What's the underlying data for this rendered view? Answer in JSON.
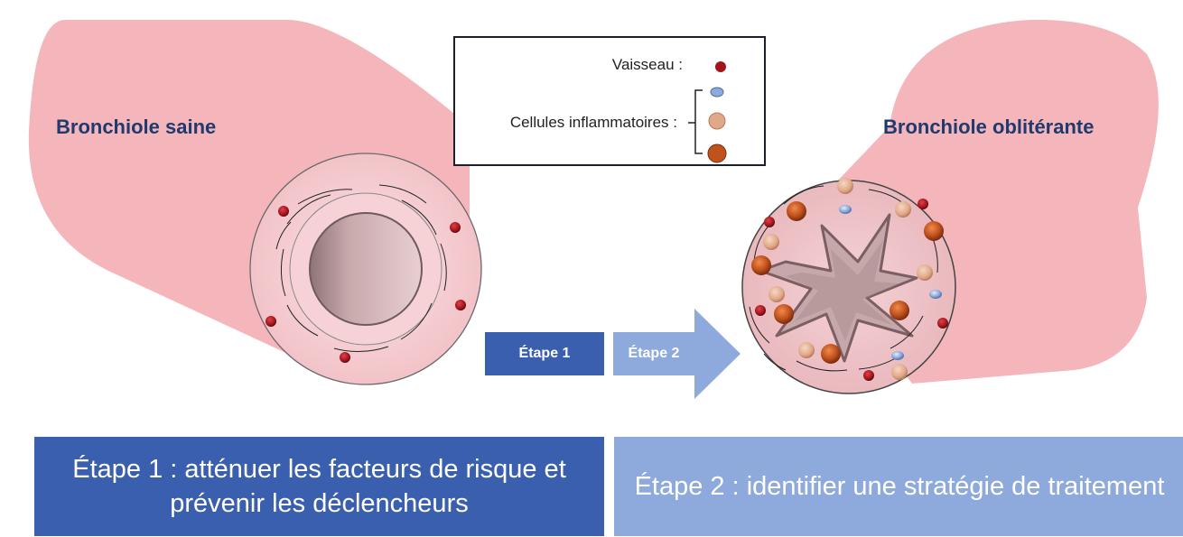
{
  "diagram": {
    "healthy_label": "Bronchiole saine",
    "obliterative_label": "Bronchiole oblitérante",
    "legend": {
      "vessel_label": "Vaisseau :",
      "inflammatory_label": "Cellules inflammatoires :"
    },
    "step1_button": "Étape 1",
    "step2_button": "Étape 2",
    "panel1_text": "Étape 1 : atténuer les facteurs de risque et prévenir les déclencheurs",
    "panel2_text": "Étape 2 : identifier une stratégie de traitement"
  },
  "colors": {
    "tube_pink": "#f5b6bb",
    "wall_pink": "#f8d6da",
    "vessel_red": "#a3151c",
    "cell_orange": "#c0521e",
    "cell_blue": "#6f8fc6",
    "step1_blue": "#3a5fae",
    "step2_blue": "#8ea9dc",
    "label_navy": "#1f3a6e"
  }
}
